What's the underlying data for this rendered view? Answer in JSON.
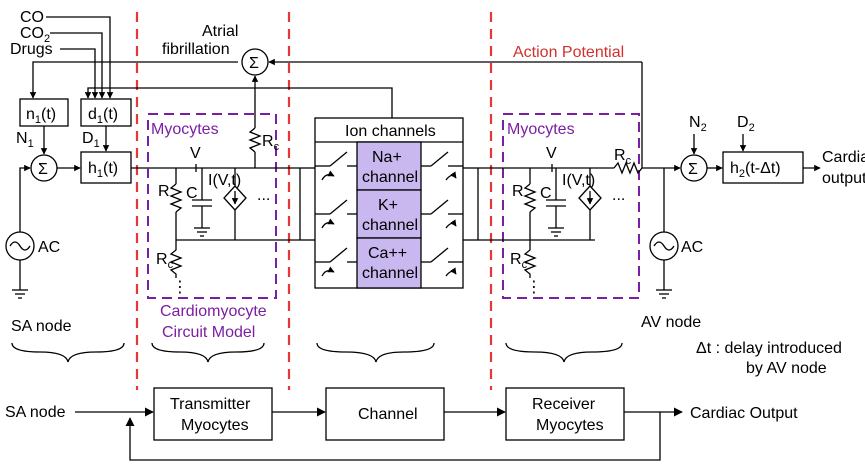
{
  "inputs": {
    "co": "CO",
    "co2": "CO",
    "co2_sub": "2",
    "drugs": "Drugs"
  },
  "atrial_fibrillation": [
    "Atrial",
    "fibrillation"
  ],
  "action_potential": "Action Potential",
  "sum_symbol": "Σ",
  "blocks": {
    "n1": {
      "main": "n",
      "sub": "1",
      "tail": "(t)"
    },
    "d1": {
      "main": "d",
      "sub": "1",
      "tail": "(t)"
    },
    "h1": {
      "main": "h",
      "sub": "1",
      "tail": "(t)"
    },
    "h2": {
      "main": "h",
      "sub": "2",
      "tail": "(t-Δt)"
    }
  },
  "labels": {
    "N1": {
      "main": "N",
      "sub": "1"
    },
    "D1": {
      "main": "D",
      "sub": "1"
    },
    "N2": {
      "main": "N",
      "sub": "2"
    },
    "D2": {
      "main": "D",
      "sub": "2"
    },
    "ac": "AC",
    "myocytes": "Myocytes",
    "v": "V",
    "r": "R",
    "c": "C",
    "rc_main": "R",
    "rc_sub": "c",
    "iv": "I(V,t)",
    "dots": "...",
    "vdots": "⋮",
    "cardiac_output": [
      "Cardiac",
      "output"
    ]
  },
  "ion_channels": {
    "title": "Ion channels",
    "channels": [
      [
        "Na+",
        "channel"
      ],
      [
        "K+",
        "channel"
      ],
      [
        "Ca++",
        "channel"
      ]
    ]
  },
  "sections": {
    "sa_node": "SA node",
    "cardiomyocyte_model": [
      "Cardiomyocyte",
      "Circuit Model"
    ],
    "av_node": "AV node",
    "delay_note": [
      "Δt : delay introduced",
      "by AV node"
    ]
  },
  "bottom": {
    "sa_node": "SA node",
    "transmitter": [
      "Transmitter",
      "Myocytes"
    ],
    "channel": "Channel",
    "receiver": [
      "Receiver",
      "Myocytes"
    ],
    "output": "Cardiac Output"
  },
  "colors": {
    "dash_red": "#e53935",
    "purple": "#7b1fa2",
    "channel_fill": "#c9b8f0",
    "ap_text": "#d32f2f"
  }
}
